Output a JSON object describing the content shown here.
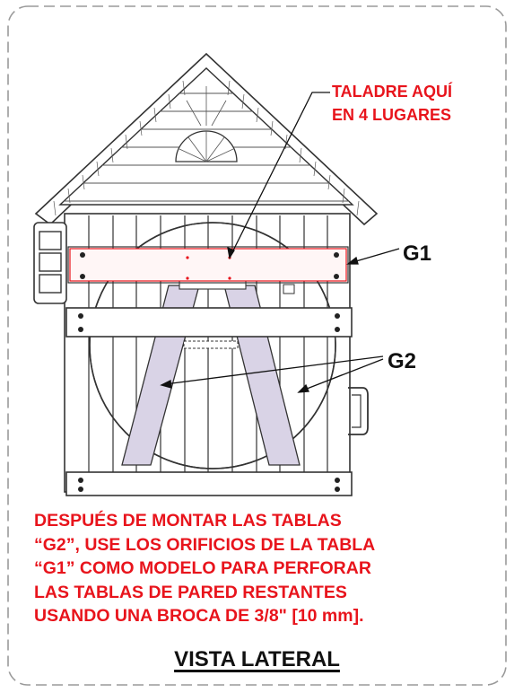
{
  "callout_drill": [
    "TALADRE AQUÍ",
    "EN 4 LUGARES"
  ],
  "labels": {
    "g1": "G1",
    "g2": "G2"
  },
  "instructions": [
    "DESPUÉS DE MONTAR LAS TABLAS",
    "“G2”, USE LOS ORIFICIOS DE LA TABLA",
    "“G1” COMO MODELO PARA PERFORAR",
    "LAS TABLAS DE PARED RESTANTES",
    "USANDO UNA BROCA DE 3/8\" [10 mm]."
  ],
  "view_title": "VISTA LATERAL",
  "colors": {
    "callout_red": "#e8141c",
    "line": "#222222",
    "brace_fill": "#d9d3e6",
    "highlight": "#fff6f6"
  }
}
